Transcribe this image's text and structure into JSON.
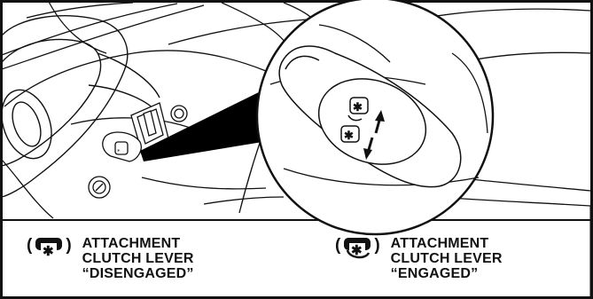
{
  "illustration": {
    "lever_close_up_icons": [
      "clutch-disengage-icon",
      "clutch-engage-icon"
    ]
  },
  "legend": [
    {
      "icon": "clutch-disengaged-icon",
      "open_paren": "(",
      "close_paren": ")",
      "line1": "ATTACHMENT",
      "line2": "CLUTCH LEVER",
      "line3": "“DISENGAGED”"
    },
    {
      "icon": "clutch-engaged-icon",
      "open_paren": "(",
      "close_paren": ")",
      "line1": "ATTACHMENT",
      "line2": "CLUTCH LEVER",
      "line3": "“ENGAGED”"
    }
  ],
  "colors": {
    "line": "#111111",
    "fill": "#ffffff",
    "dark": "#000000"
  }
}
